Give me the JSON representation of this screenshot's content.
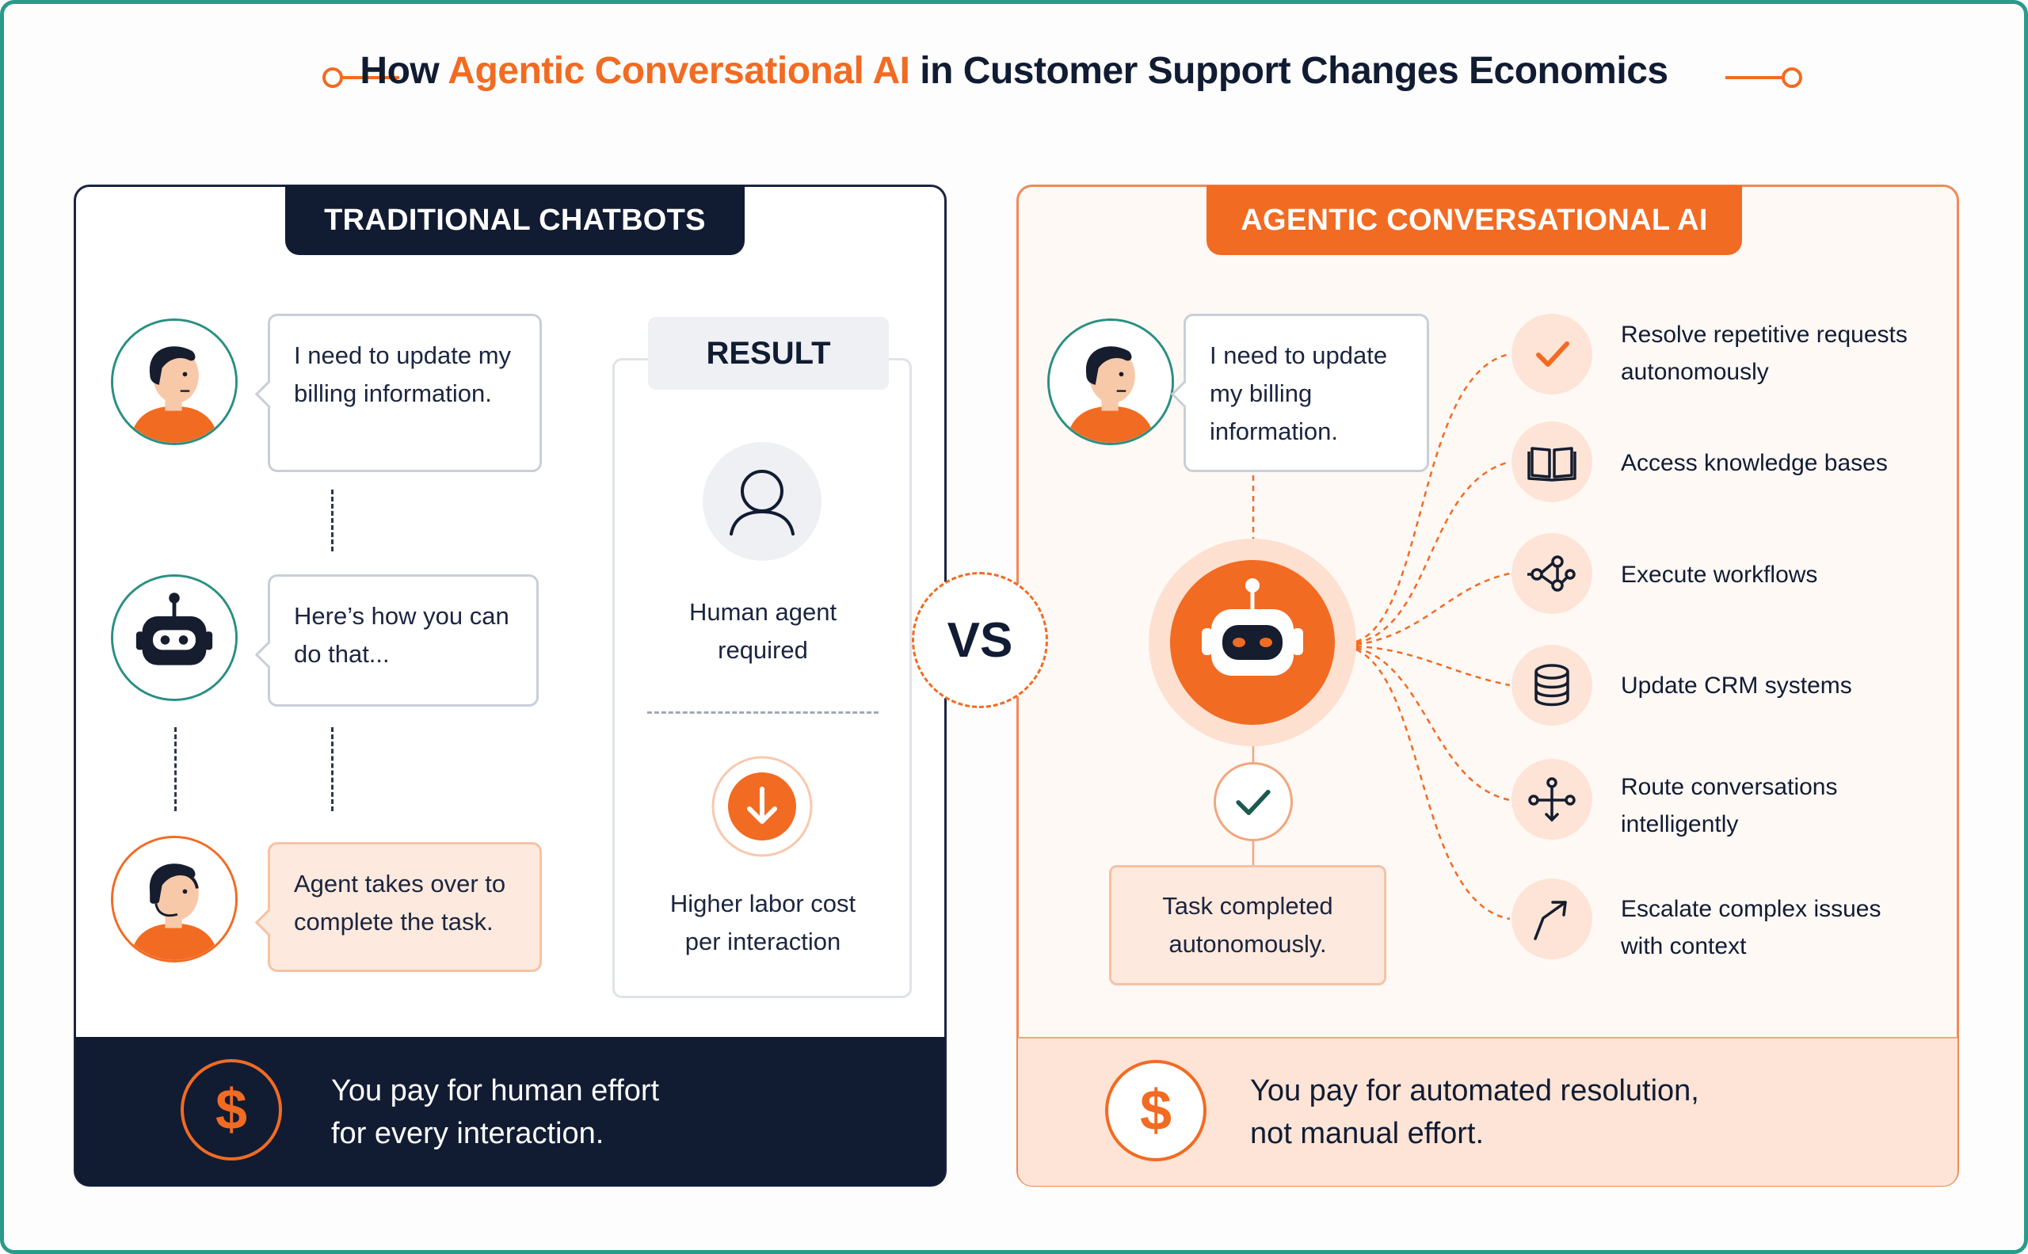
{
  "title": {
    "prefix": "How ",
    "accent": "Agentic Conversational AI",
    "suffix": " in Customer Support Changes Economics"
  },
  "left_panel": {
    "header": "TRADITIONAL CHATBOTS",
    "customer_message": "I need to update my billing information.",
    "bot_message": "Here’s how you can do that...",
    "agent_message": "Agent takes over to complete the task.",
    "result": {
      "header": "RESULT",
      "human_agent_line1": "Human agent",
      "human_agent_line2": "required",
      "cost_line1": "Higher labor cost",
      "cost_line2": "per interaction"
    },
    "footer_line1": "You pay for human effort",
    "footer_line2": "for every interaction."
  },
  "vs_label": "VS",
  "right_panel": {
    "header": "AGENTIC CONVERSATIONAL AI",
    "customer_message": "I need to update my billing information.",
    "task_line1": "Task completed",
    "task_line2": "autonomously.",
    "capabilities": [
      {
        "icon": "checkmark-icon",
        "line1": "Resolve repetitive requests",
        "line2": "autonomously"
      },
      {
        "icon": "book-icon",
        "line1": "Access knowledge bases",
        "line2": ""
      },
      {
        "icon": "workflow-icon",
        "line1": "Execute workflows",
        "line2": ""
      },
      {
        "icon": "database-icon",
        "line1": "Update CRM systems",
        "line2": ""
      },
      {
        "icon": "routing-icon",
        "line1": "Route conversations",
        "line2": "intelligently"
      },
      {
        "icon": "escalate-arrow-icon",
        "line1": "Escalate complex issues",
        "line2": "with context"
      }
    ],
    "footer_line1": "You pay for automated resolution,",
    "footer_line2": "not manual effort."
  },
  "currency_symbol": "$",
  "colors": {
    "accent_orange": "#f26b22",
    "navy": "#111c33",
    "peach": "#fde9dd",
    "frame_teal": "#2a9a8a"
  }
}
